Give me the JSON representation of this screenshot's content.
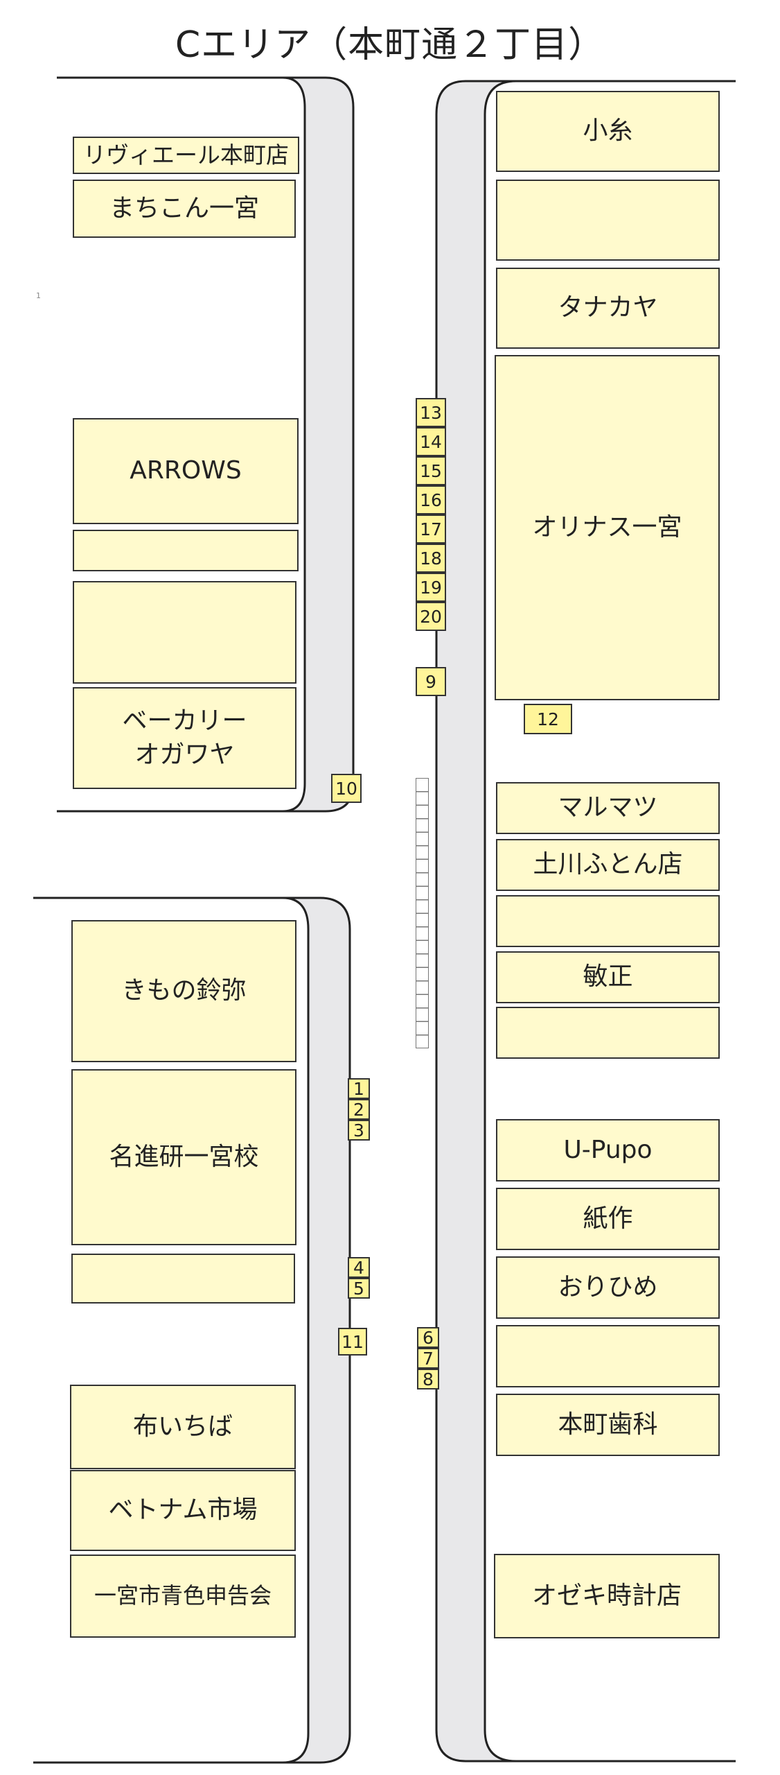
{
  "title": "Cエリア（本町通２丁目）",
  "left_stores": [
    {
      "name": "リヴィエール本町店",
      "slot": "L1"
    },
    {
      "name": "まちこん一宮",
      "slot": "L2"
    },
    {
      "name": "ARROWS",
      "slot": "L3"
    },
    {
      "name": "",
      "slot": "L4"
    },
    {
      "name": "",
      "slot": "L5"
    },
    {
      "name": "ベーカリー\nオガワヤ",
      "slot": "L6"
    },
    {
      "name": "きもの鈴弥",
      "slot": "L7"
    },
    {
      "name": "名進研一宮校",
      "slot": "L8"
    },
    {
      "name": "",
      "slot": "L9"
    },
    {
      "name": "布いちば",
      "slot": "L10"
    },
    {
      "name": "ベトナム市場",
      "slot": "L11"
    },
    {
      "name": "一宮市青色申告会",
      "slot": "L12"
    }
  ],
  "right_stores": [
    {
      "name": "小糸",
      "slot": "R1"
    },
    {
      "name": "",
      "slot": "R2"
    },
    {
      "name": "タナカヤ",
      "slot": "R3"
    },
    {
      "name": "オリナス一宮",
      "slot": "R4"
    },
    {
      "name": "マルマツ",
      "slot": "R5"
    },
    {
      "name": "土川ふとん店",
      "slot": "R6"
    },
    {
      "name": "",
      "slot": "R7"
    },
    {
      "name": "敏正",
      "slot": "R8"
    },
    {
      "name": "",
      "slot": "R9"
    },
    {
      "name": "U-Pupo",
      "slot": "R10"
    },
    {
      "name": "紙作",
      "slot": "R11"
    },
    {
      "name": "おりひめ",
      "slot": "R12"
    },
    {
      "name": "",
      "slot": "R13"
    },
    {
      "name": "本町歯科",
      "slot": "R14"
    },
    {
      "name": "オゼキ時計店",
      "slot": "R15"
    }
  ],
  "booths": {
    "stack_13_20": [
      "13",
      "14",
      "15",
      "16",
      "17",
      "18",
      "19",
      "20"
    ],
    "b9": "9",
    "b12": "12",
    "b10": "10",
    "stack_1_3": [
      "1",
      "2",
      "3"
    ],
    "stack_4_5": [
      "4",
      "5"
    ],
    "b11": "11",
    "stack_6_8": [
      "6",
      "7",
      "8"
    ]
  },
  "margin_mark": "1",
  "colors": {
    "store_fill": "#fffacd",
    "booth_fill": "#fff59a",
    "sidewalk_fill": "#e8e8ea",
    "outline": "#333333"
  }
}
